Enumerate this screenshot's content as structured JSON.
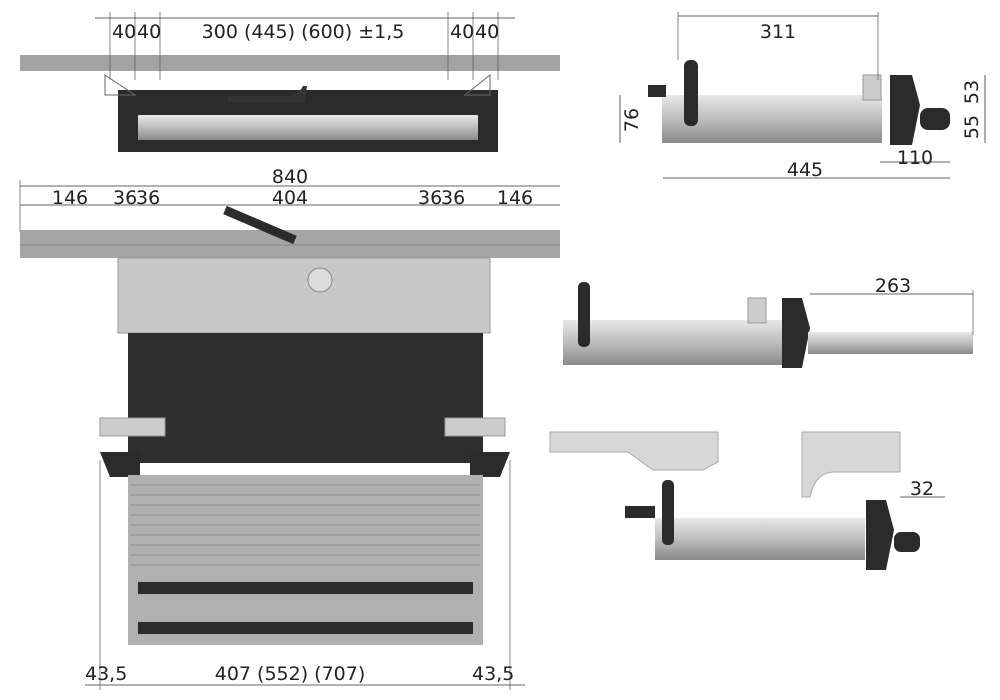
{
  "top_view": {
    "dims": {
      "left_a": "40",
      "left_b": "40",
      "center": "300 (445) (600) ±1,5",
      "right_a": "40",
      "right_b": "40"
    }
  },
  "front_view": {
    "dims": {
      "overall": "840",
      "left_offset": "146",
      "left_36a": "36",
      "left_36b": "36",
      "center": "404",
      "right_36a": "36",
      "right_36b": "36",
      "right_offset": "146",
      "bottom_left": "43,5",
      "bottom_width": "407 (552) (707)",
      "bottom_right": "43,5"
    }
  },
  "side_view_retracted": {
    "dims": {
      "length_311": "311",
      "height_76": "76",
      "height_53": "53",
      "height_55": "55",
      "depth_110": "110",
      "length_445": "445"
    }
  },
  "side_view_extended": {
    "dims": {
      "extension": "263"
    }
  },
  "side_view_installed": {
    "dims": {
      "clearance": "32"
    }
  },
  "colors": {
    "frame": "#b9b9b9",
    "dark": "#2b2b2b",
    "step": "#a8a8a8",
    "rail": "#9e9e9e"
  }
}
